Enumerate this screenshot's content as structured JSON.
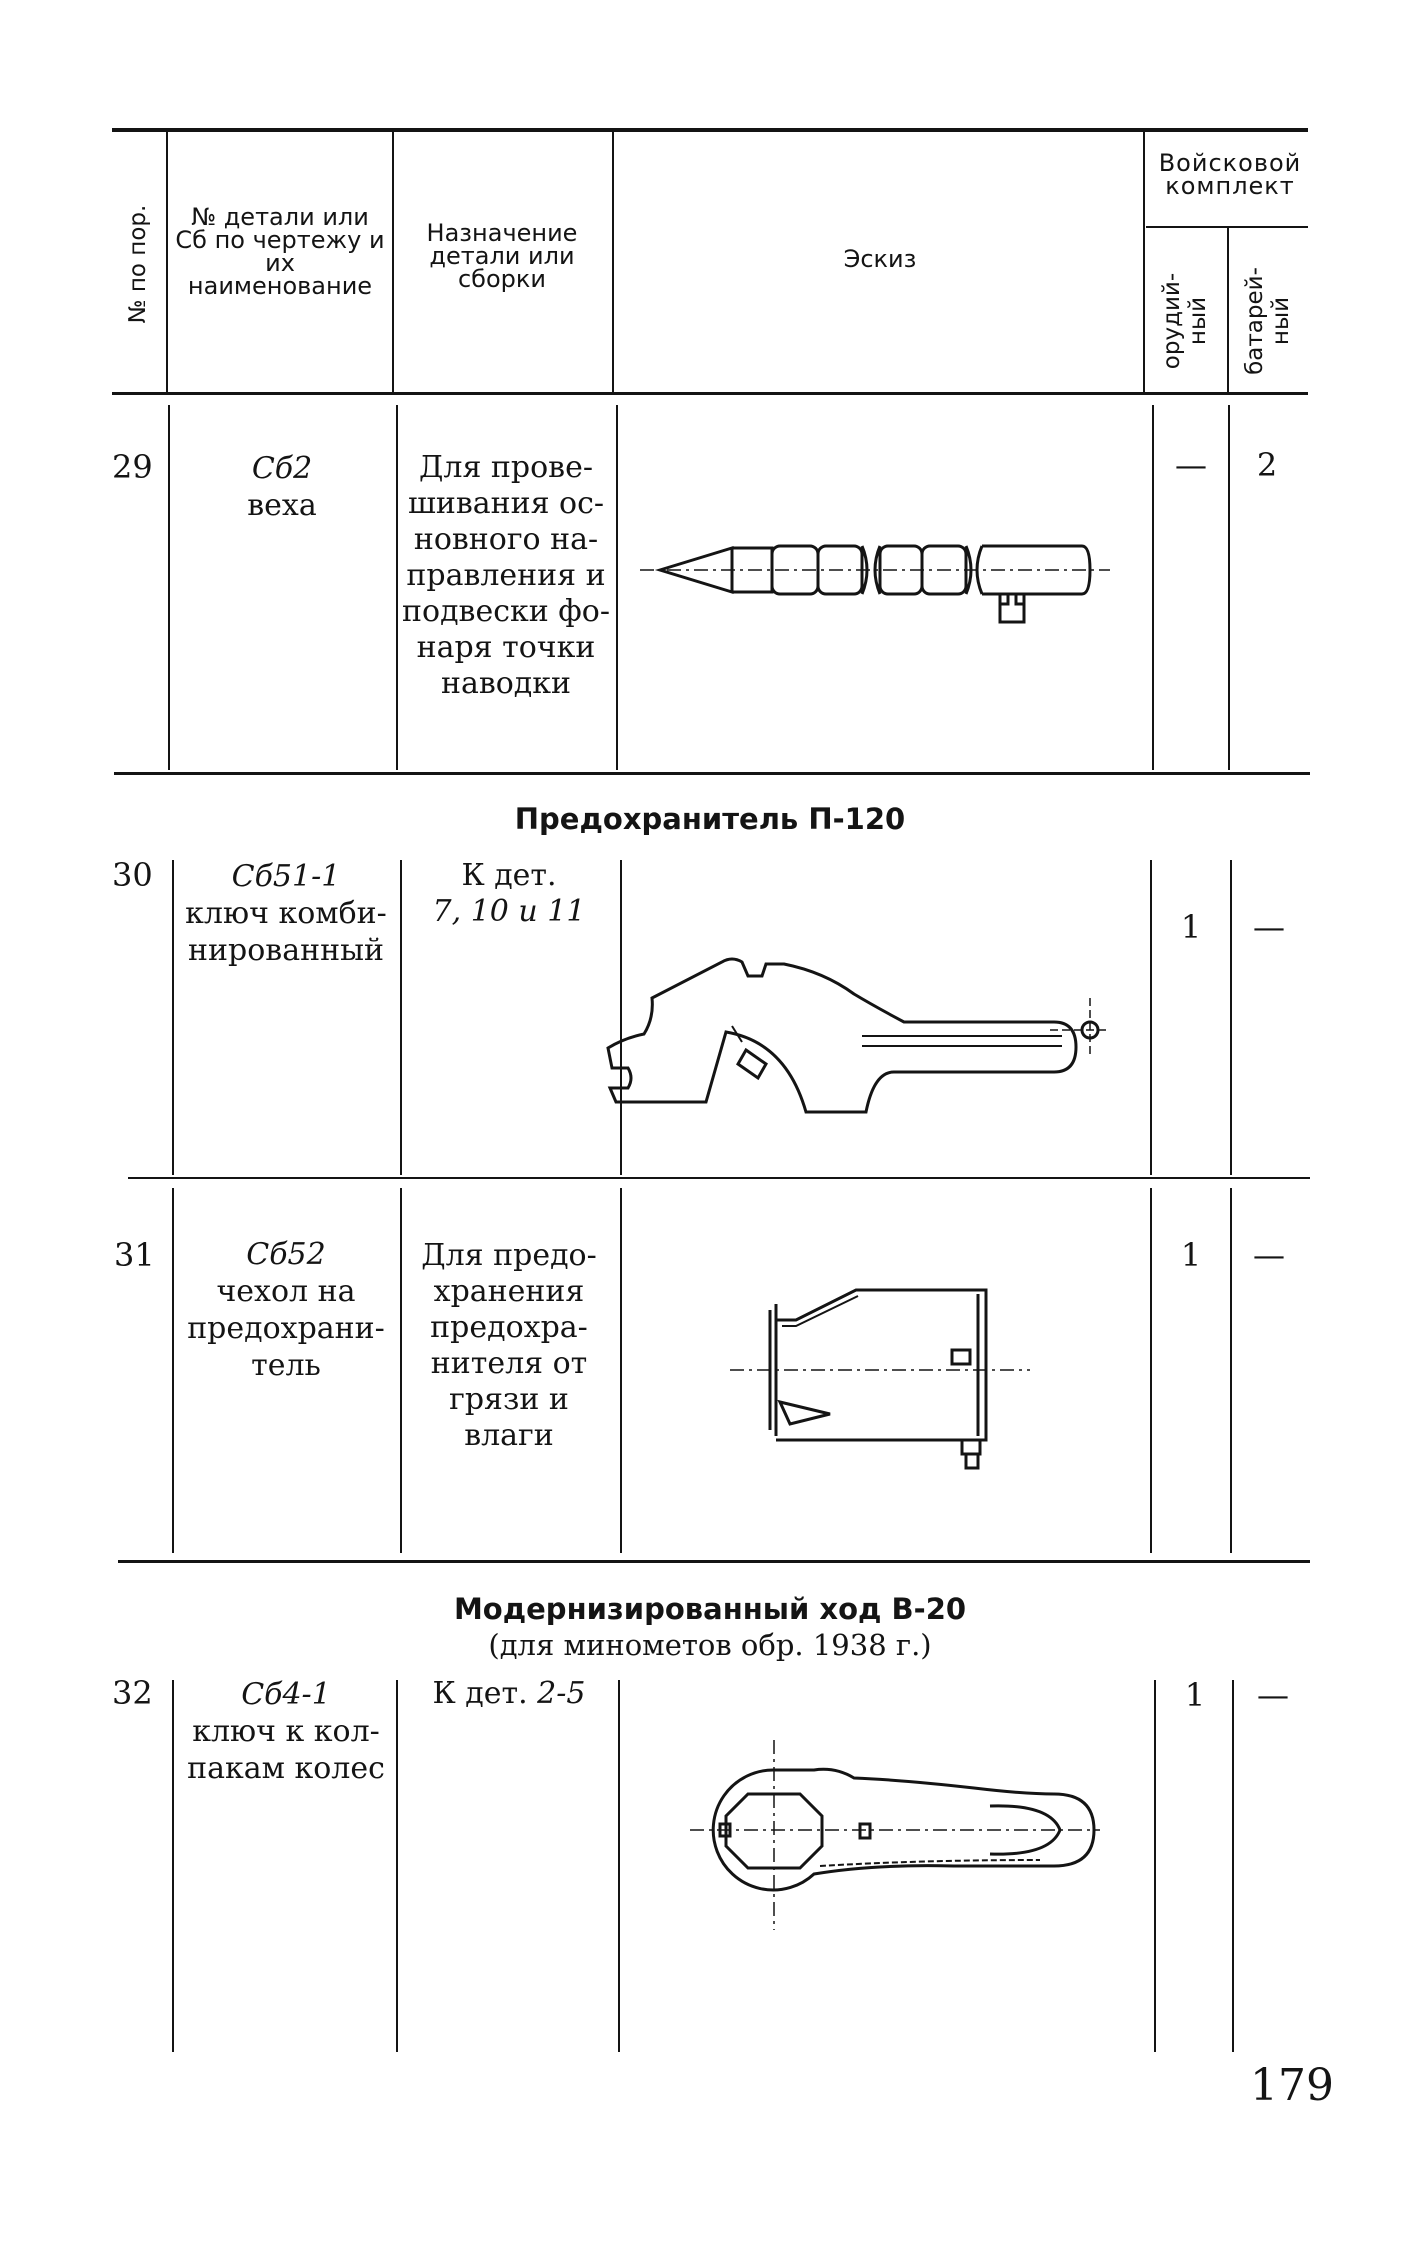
{
  "table_header": {
    "col_num": "№ по пор.",
    "col_part": "№ детали или Сб по чертежу и их наименование",
    "col_purpose": "Назначение детали или сборки",
    "col_sketch": "Эскиз",
    "col_kit": "Войсковой комплект",
    "col_kit_gun": "орудий-ный",
    "col_kit_battery": "батарей-ный"
  },
  "rows": [
    {
      "num": "29",
      "part_code": "Сб2",
      "part_name": "веха",
      "purpose": "Для прове-шивания ос-новного на-правления и подвески фо-наря точки наводки",
      "gun": "—",
      "battery": "2",
      "sketch_icon": "survey-pole-sketch"
    },
    {
      "num": "30",
      "part_code": "Сб51-1",
      "part_name": "ключ комби-нированный",
      "purpose_prefix": "К дет.",
      "purpose_refs": "7, 10 и 11",
      "gun": "1",
      "battery": "—",
      "sketch_icon": "combination-wrench-sketch"
    },
    {
      "num": "31",
      "part_code": "Сб52",
      "part_name": "чехол на предохрани-тель",
      "purpose": "Для предо-хранения предохра-нителя от грязи и влаги",
      "gun": "1",
      "battery": "—",
      "sketch_icon": "cover-sketch"
    },
    {
      "num": "32",
      "part_code": "Сб4-1",
      "part_name": "ключ к кол-пакам колес",
      "purpose_prefix": "К дет.",
      "purpose_refs": "2-5",
      "gun": "1",
      "battery": "—",
      "sketch_icon": "hub-cap-wrench-sketch"
    }
  ],
  "sections": {
    "fuse": "Предохранитель П-120",
    "chassis": "Модернизированный ход В-20",
    "chassis_note": "(для минометов обр. 1938 г.)"
  },
  "page_number": "179"
}
